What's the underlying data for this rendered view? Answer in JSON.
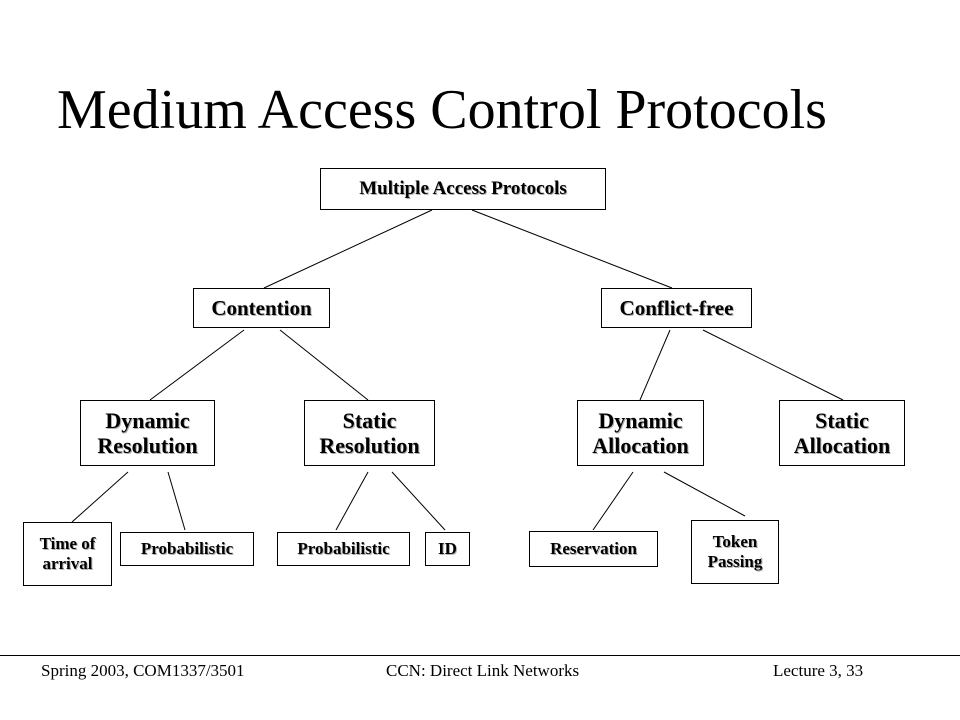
{
  "slide": {
    "title": "Medium Access Control Protocols",
    "footer_left": "Spring 2003, COM1337/3501",
    "footer_center": "CCN: Direct Link Networks",
    "footer_right": "Lecture 3, 33"
  },
  "diagram": {
    "root": "Multiple Access Protocols",
    "contention": "Contention",
    "conflict_free": "Conflict-free",
    "dynamic_resolution": "Dynamic\nResolution",
    "static_resolution": "Static\nResolution",
    "dynamic_allocation": "Dynamic\nAllocation",
    "static_allocation": "Static\nAllocation",
    "time_of_arrival": "Time of\narrival",
    "probabilistic_dynamic": "Probabilistic",
    "probabilistic_static": "Probabilistic",
    "id": "ID",
    "reservation": "Reservation",
    "token_passing": "Token\nPassing"
  }
}
